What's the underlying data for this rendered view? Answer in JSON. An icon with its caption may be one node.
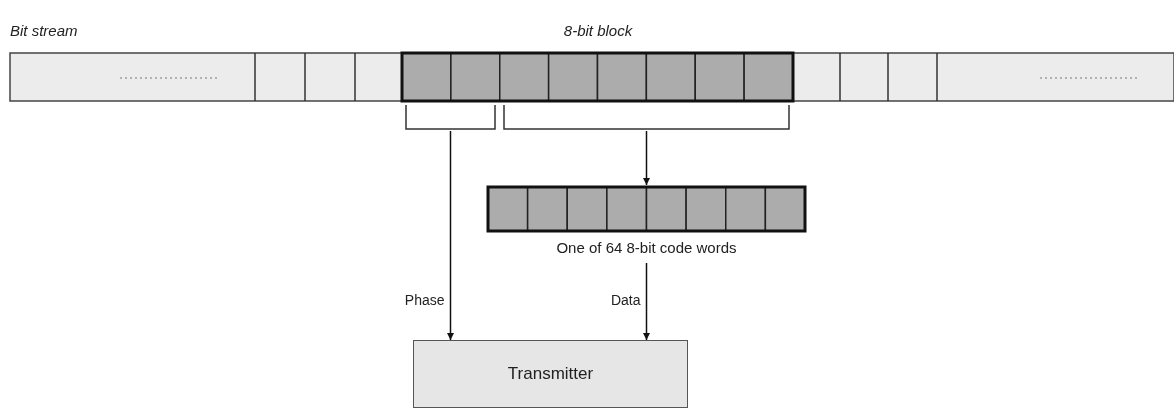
{
  "diagram": {
    "nodes": [
      {
        "text": [
          "Bit stream"
        ]
      },
      {
        "text": [
          "8-bit block"
        ],
        "in": 0
      },
      {
        "text": [],
        "shape": "bracket"
      },
      {
        "text": [],
        "shape": "bracket"
      },
      {
        "text": [
          "One of 64 8-bit code words"
        ]
      },
      {
        "text": [
          "Transmitter"
        ]
      }
    ],
    "edges": [
      {
        "from": 2,
        "to": 5,
        "arrow": "to",
        "label": "Phase"
      },
      {
        "from": 3,
        "to": 4,
        "arrow": "to"
      },
      {
        "from": 4,
        "to": 5,
        "arrow": "to",
        "label": "Data"
      }
    ]
  }
}
